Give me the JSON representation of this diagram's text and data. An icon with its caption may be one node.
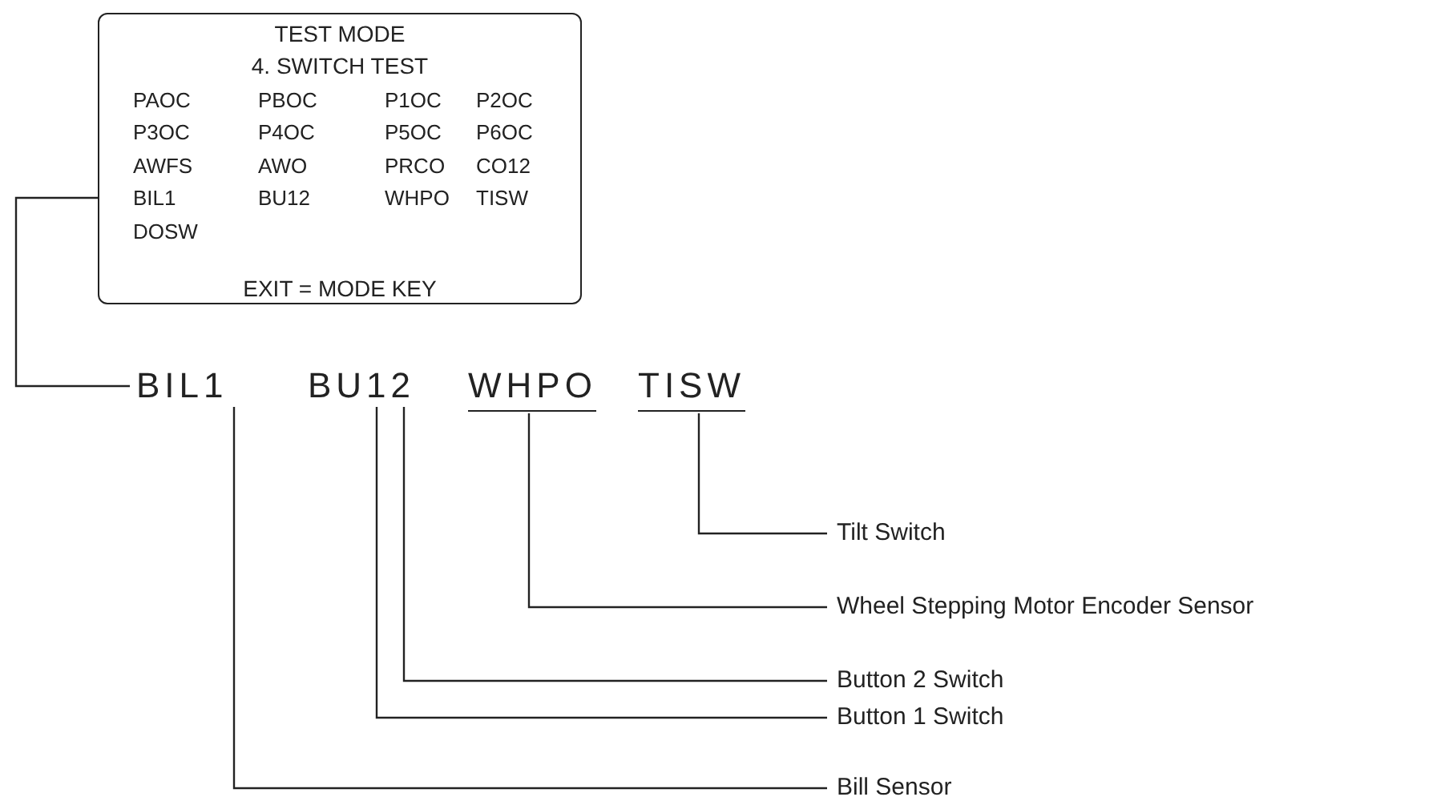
{
  "diagram": {
    "nodes": [
      {
        "text": [
          "TEST MODE",
          "4. SWITCH TEST",
          "EXIT = MODE KEY"
        ]
      },
      {
        "text": [
          "PAOC"
        ],
        "in": 0
      },
      {
        "text": [
          "PBOC"
        ],
        "in": 0
      },
      {
        "text": [
          "P1OC"
        ],
        "in": 0
      },
      {
        "text": [
          "P2OC"
        ],
        "in": 0
      },
      {
        "text": [
          "P3OC"
        ],
        "in": 0
      },
      {
        "text": [
          "P4OC"
        ],
        "in": 0
      },
      {
        "text": [
          "P5OC"
        ],
        "in": 0
      },
      {
        "text": [
          "P6OC"
        ],
        "in": 0
      },
      {
        "text": [
          "AWFS"
        ],
        "in": 0
      },
      {
        "text": [
          "AWO"
        ],
        "in": 0
      },
      {
        "text": [
          "PRCO"
        ],
        "in": 0
      },
      {
        "text": [
          "CO12"
        ],
        "in": 0
      },
      {
        "text": [
          "BIL1"
        ],
        "in": 0
      },
      {
        "text": [
          "BU12"
        ],
        "in": 0
      },
      {
        "text": [
          "WHPO"
        ],
        "in": 0
      },
      {
        "text": [
          "TISW"
        ],
        "in": 0
      },
      {
        "text": [
          "DOSW"
        ],
        "in": 0
      },
      {
        "text": [
          "BIL1"
        ]
      },
      {
        "text": [
          "BU12"
        ]
      },
      {
        "text": [
          "WHPO"
        ]
      },
      {
        "text": [
          "TISW"
        ]
      },
      {
        "text": [
          "Tilt Switch"
        ]
      },
      {
        "text": [
          "Wheel Stepping Motor Encoder Sensor"
        ]
      },
      {
        "text": [
          "Button 2 Switch"
        ]
      },
      {
        "text": [
          "Button 1 Switch"
        ]
      },
      {
        "text": [
          "Bill Sensor"
        ]
      }
    ],
    "edges": [
      {
        "from": 13,
        "to": 18,
        "arrow": "none"
      },
      {
        "from": 21,
        "to": 22,
        "arrow": "none"
      },
      {
        "from": 20,
        "to": 23,
        "arrow": "none"
      },
      {
        "from": 19,
        "to": 24,
        "arrow": "none"
      },
      {
        "from": 19,
        "to": 25,
        "arrow": "none"
      },
      {
        "from": 18,
        "to": 26,
        "arrow": "none"
      }
    ]
  }
}
